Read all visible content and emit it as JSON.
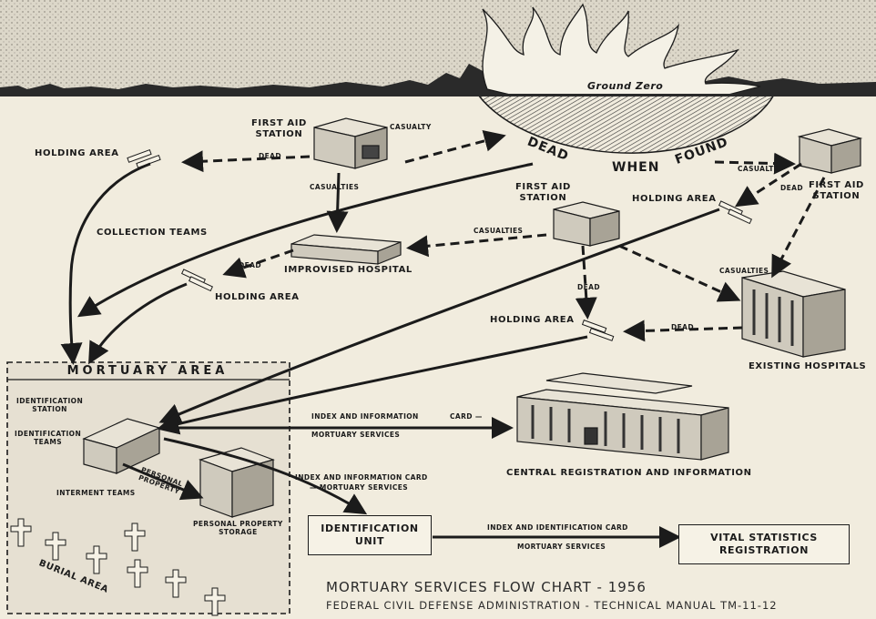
{
  "labels": {
    "ground_zero": "Ground Zero",
    "dead_when_found": [
      "DEAD",
      "WHEN",
      "FOUND"
    ],
    "first_aid_1": "FIRST AID\nSTATION",
    "first_aid_2": "FIRST AID\nSTATION",
    "first_aid_3": "FIRST AID\nSTATION",
    "casualty_1": "CASUALTY",
    "casualty_2": "CASUALTY",
    "casualties_1": "CASUALTIES",
    "casualties_2": "CASUALTIES",
    "casualties_3": "CASUALTIES",
    "dead_1": "DEAD",
    "dead_2": "DEAD",
    "dead_3": "DEAD",
    "dead_4": "DEAD",
    "dead_5": "DEAD",
    "holding_area_1": "HOLDING AREA",
    "holding_area_2": "HOLDING AREA",
    "holding_area_3": "HOLDING AREA",
    "holding_area_4": "HOLDING AREA",
    "collection_teams": "COLLECTION TEAMS",
    "improvised_hospital": "IMPROVISED HOSPITAL",
    "existing_hospitals": "EXISTING HOSPITALS",
    "mortuary_area": "MORTUARY AREA",
    "identification_station": "IDENTIFICATION\nSTATION",
    "identification_teams": "IDENTIFICATION\nTEAMS",
    "interment_teams": "INTERMENT TEAMS",
    "personal_property": "PERSONAL\nPROPERTY",
    "personal_property_storage": "PERSONAL PROPERTY\nSTORAGE",
    "burial_area": "BURIAL AREA",
    "index_info_1": "INDEX AND INFORMATION",
    "card_1": "CARD —",
    "mortuary_services_1": "MORTUARY SERVICES",
    "central_registration": "CENTRAL REGISTRATION AND INFORMATION",
    "index_info_card_2": "INDEX AND INFORMATION CARD",
    "mortuary_services_2": "— MORTUARY SERVICES",
    "identification_unit": "IDENTIFICATION\nUNIT",
    "index_identification_card": "INDEX AND IDENTIFICATION CARD",
    "mortuary_services_3": "MORTUARY SERVICES",
    "vital_statistics": "VITAL STATISTICS\nREGISTRATION"
  },
  "caption": {
    "title": "MORTUARY SERVICES FLOW CHART - 1956",
    "subtitle": "FEDERAL CIVIL DEFENSE ADMINISTRATION - TECHNICAL MANUAL TM-11-12"
  },
  "colors": {
    "ink": "#1b1b1b",
    "paper": "#f1ecde",
    "sky": "#d9d4c6"
  }
}
